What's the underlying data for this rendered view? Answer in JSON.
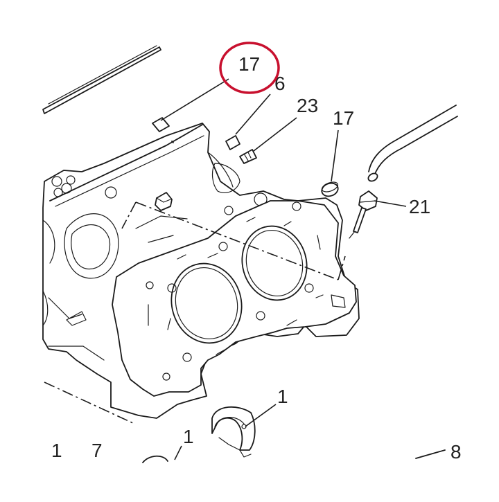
{
  "callouts": {
    "c17_top": "17",
    "c6": "6",
    "c23": "23",
    "c17_right": "17",
    "c21": "21",
    "c1_bearing": "1",
    "c1_bottom_left": "1",
    "c7": "7",
    "c1_lower": "1",
    "c8": "8"
  },
  "highlight": {
    "target": "17",
    "color": "#c8102e"
  },
  "colors": {
    "line": "#1a1a1a",
    "background": "#ffffff"
  }
}
